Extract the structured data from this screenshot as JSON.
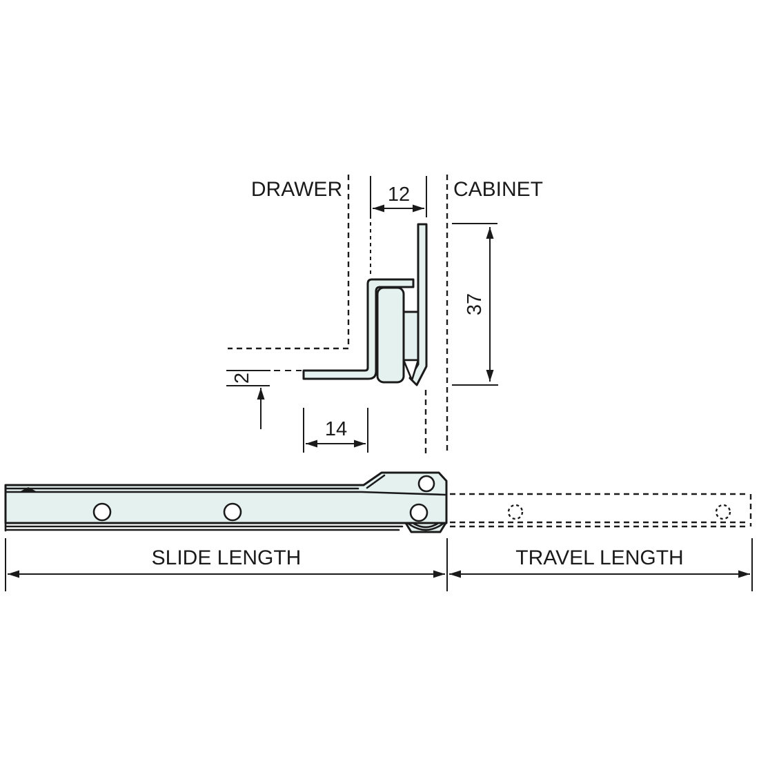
{
  "colors": {
    "line": "#1a1a1a",
    "fill": "#e4f1ef",
    "background": "#ffffff"
  },
  "section_view": {
    "drawer_label": "DRAWER",
    "cabinet_label": "CABINET",
    "dim_profile_width": "12",
    "dim_profile_height": "37",
    "dim_flange_thickness": "2",
    "dim_flange_width": "14"
  },
  "side_view": {
    "slide_length_label": "SLIDE LENGTH",
    "travel_length_label": "TRAVEL LENGTH"
  }
}
